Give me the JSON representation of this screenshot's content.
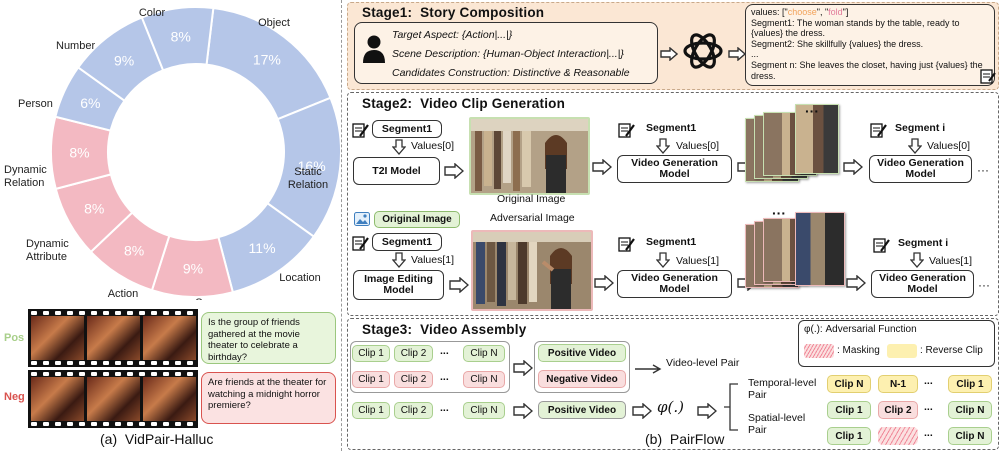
{
  "panel_a": {
    "caption": "(a)  VidPair-Halluc",
    "donut": [
      {
        "label": "Object",
        "percent": "17%",
        "value": 17,
        "color": "#b5c6e8"
      },
      {
        "label": "Static Relation",
        "percent": "16%",
        "value": 16,
        "color": "#b5c6e8"
      },
      {
        "label": "Location",
        "percent": "11%",
        "value": 11,
        "color": "#b5c6e8"
      },
      {
        "label": "Sequence",
        "percent": "9%",
        "value": 9,
        "color": "#f3b9c2"
      },
      {
        "label": "Action",
        "percent": "8%",
        "value": 8,
        "color": "#f3b9c2"
      },
      {
        "label": "Dynamic Attribute",
        "percent": "8%",
        "value": 8,
        "color": "#f3b9c2"
      },
      {
        "label": "Dynamic Relation",
        "percent": "8%",
        "value": 8,
        "color": "#f3b9c2"
      },
      {
        "label": "Person",
        "percent": "6%",
        "value": 6,
        "color": "#b5c6e8"
      },
      {
        "label": "Number",
        "percent": "9%",
        "value": 9,
        "color": "#b5c6e8"
      },
      {
        "label": "Color",
        "percent": "8%",
        "value": 8,
        "color": "#b5c6e8"
      }
    ],
    "pos_label": "Pos",
    "neg_label": "Neg",
    "pos_question": "Is the group of friends gathered at the movie theater to celebrate a birthday?",
    "neg_question": "Are friends at the theater for watching a midnight horror premiere?"
  },
  "panel_b": {
    "caption": "(b)  PairFlow",
    "stage1": {
      "title": "Stage1:  Story Composition",
      "target_aspect": "Target Aspect: {Action|...|}",
      "scene_description": "Scene Description: {Human-Object Interaction|...|}",
      "candidates": "Candidates Construction: Distinctive & Reasonable",
      "values_prefix": "values: [\"",
      "values_choose": "choose",
      "values_sep": "\", \"",
      "values_fold": "fold",
      "values_suffix": "\"]",
      "seg1": "Segment1: The woman stands by the table, ready to {values} the dress.",
      "seg2": "Segment2: She skillfully {values} the dress.",
      "ellipsis": "...",
      "segn": "Segment n: She leaves the closet, having just {values} the dress."
    },
    "stage2": {
      "title": "Stage2:  Video Clip Generation",
      "segment1": "Segment1",
      "segment_i": "Segment i",
      "values0": "Values[0]",
      "values1": "Values[1]",
      "t2i_model": "T2I Model",
      "video_gen_model": "Video Generation Model",
      "image_editing_model": "Image Editing Model",
      "original_image_caption": "Original Image",
      "original_image_tag": "Original Image",
      "adversarial_image": "Adversarial Image",
      "dots": "···"
    },
    "stage3": {
      "title": "Stage3:  Video Assembly",
      "clip1": "Clip 1",
      "clip2": "Clip 2",
      "clipn": "Clip N",
      "clipn1": "N-1",
      "dots": "...",
      "positive_video": "Positive Video",
      "negative_video": "Negative Video",
      "video_level_pair": "Video-level Pair",
      "temporal_level_pair": "Temporal-level Pair",
      "spatial_level_pair": "Spatial-level Pair",
      "phi": "φ(.)",
      "legend_title": "φ(.): Adversarial Function",
      "legend_masking": ": Masking",
      "legend_reverse": ": Reverse Clip"
    }
  }
}
